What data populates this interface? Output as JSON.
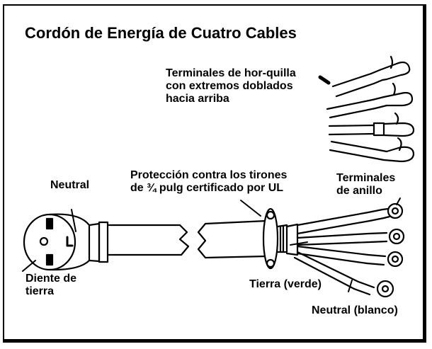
{
  "title": "Cordón de Energía de Cuatro Cables",
  "labels": {
    "fork_terminals": "Terminales de hor-quilla\ncon extremos doblados\nhacia arriba",
    "neutral": "Neutral",
    "strain_relief": "Protección contra los tirones\nde ¾ pulg certificado por UL",
    "ring_terminals": "Terminales\nde anillo",
    "ground_prong": "Diente de\ntierra",
    "ground_green": "Tierra (verde)",
    "neutral_white": "Neutral (blanco)"
  }
}
